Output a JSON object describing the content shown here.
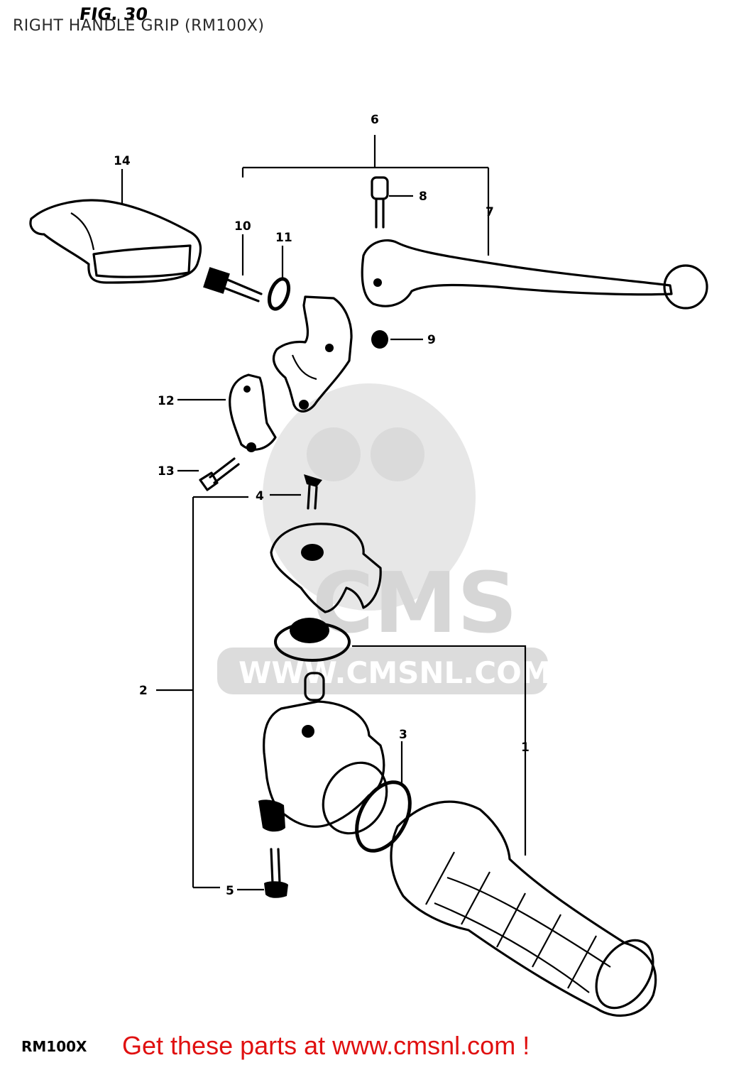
{
  "header": {
    "figure_label": "FIG. 30",
    "title": "RIGHT HANDLE GRIP (RM100X)"
  },
  "footer": {
    "model": "RM100X",
    "cta": "Get these parts at www.cmsnl.com !"
  },
  "watermark": {
    "brand": "CMS",
    "url": "WWW.CMSNL.COM"
  },
  "parts": [
    {
      "number": "1"
    },
    {
      "number": "2"
    },
    {
      "number": "3"
    },
    {
      "number": "4"
    },
    {
      "number": "5"
    },
    {
      "number": "6"
    },
    {
      "number": "7"
    },
    {
      "number": "8"
    },
    {
      "number": "9"
    },
    {
      "number": "10"
    },
    {
      "number": "11"
    },
    {
      "number": "12"
    },
    {
      "number": "13"
    },
    {
      "number": "14"
    }
  ],
  "colors": {
    "ink": "#000000",
    "cta": "#e01010",
    "watermark": "#d6d6d6"
  }
}
